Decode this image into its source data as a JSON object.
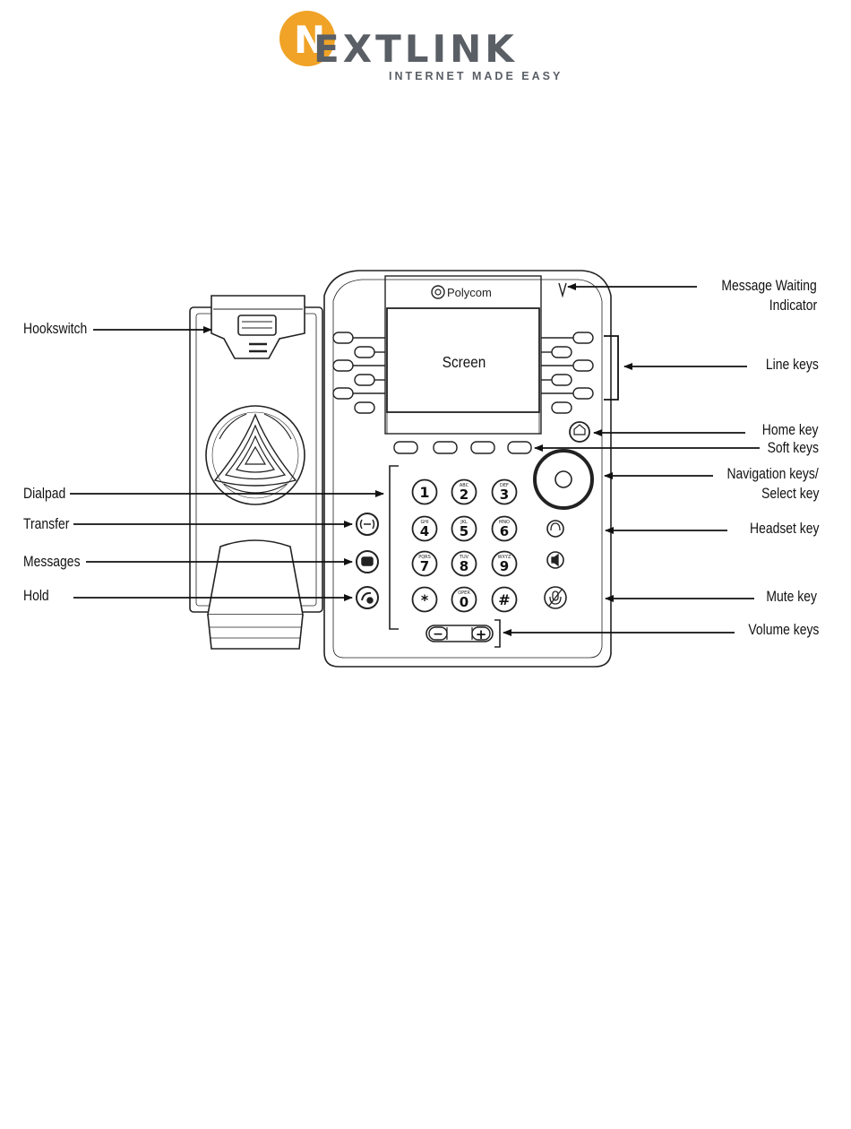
{
  "logo": {
    "badge_letter": "N",
    "word_orange": "",
    "word_gray": "EXTLINK",
    "tagline": "INTERNET MADE EASY",
    "brand_orange": "#f0a326",
    "brand_gray": "#5a5f66"
  },
  "phone": {
    "brand_label": "Polycom",
    "screen_label": "Screen",
    "dialpad_keys": [
      {
        "digit": "1",
        "letters": ""
      },
      {
        "digit": "2",
        "letters": "ABC"
      },
      {
        "digit": "3",
        "letters": "DEF"
      },
      {
        "digit": "4",
        "letters": "GHI"
      },
      {
        "digit": "5",
        "letters": "JKL"
      },
      {
        "digit": "6",
        "letters": "MNO"
      },
      {
        "digit": "7",
        "letters": "PQRS"
      },
      {
        "digit": "8",
        "letters": "TUV"
      },
      {
        "digit": "9",
        "letters": "WXYZ"
      },
      {
        "digit": "*",
        "letters": ""
      },
      {
        "digit": "0",
        "letters": "OPER"
      },
      {
        "digit": "#",
        "letters": ""
      }
    ],
    "volume_minus": "−",
    "volume_plus": "+"
  },
  "labels": {
    "hookswitch": "Hookswitch",
    "dialpad": "Dialpad",
    "transfer": "Transfer",
    "messages": "Messages",
    "hold": "Hold",
    "message_waiting_1": "Message Waiting",
    "message_waiting_2": "Indicator",
    "line_keys": "Line keys",
    "home_key": "Home key",
    "soft_keys": "Soft keys",
    "navigation_1": "Navigation keys/",
    "navigation_2": "Select key",
    "headset_key": "Headset key",
    "mute_key": "Mute key",
    "volume_keys": "Volume keys"
  }
}
